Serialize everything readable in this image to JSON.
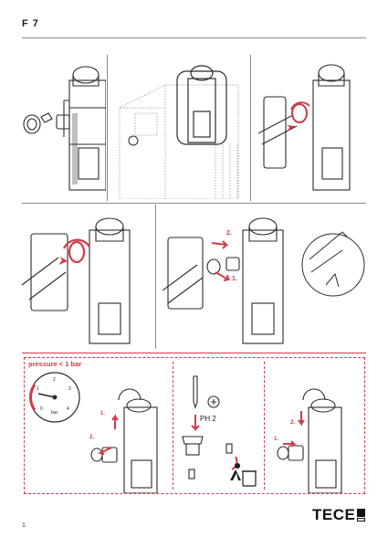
{
  "page": {
    "title": "F 7",
    "number": "1"
  },
  "labels": {
    "pressure": "pressure < 1 bar",
    "tool": "PH 2",
    "step_one": "1.",
    "step_two": "2."
  },
  "gauge": {
    "ticks": [
      "0",
      "1",
      "2",
      "3",
      "4"
    ],
    "unit": "bar"
  },
  "brand": {
    "logo_text": "TECE"
  },
  "colors": {
    "accent": "#d03a4a",
    "line": "#2b2b2b",
    "rule": "#8a8a8a"
  }
}
